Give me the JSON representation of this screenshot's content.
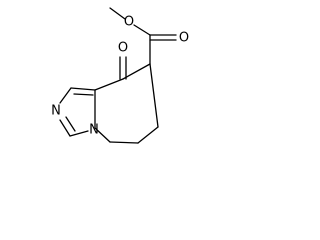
{
  "molecule": {
    "atoms": {
      "methyl_oxygen": "O",
      "carbonyl_oxygen_ester": "O",
      "ketone_oxygen": "O",
      "ring_nitrogen_fused": "N",
      "ring_nitrogen_imine": "N"
    },
    "colors": {
      "bond": "#000000",
      "background": "#ffffff"
    }
  }
}
